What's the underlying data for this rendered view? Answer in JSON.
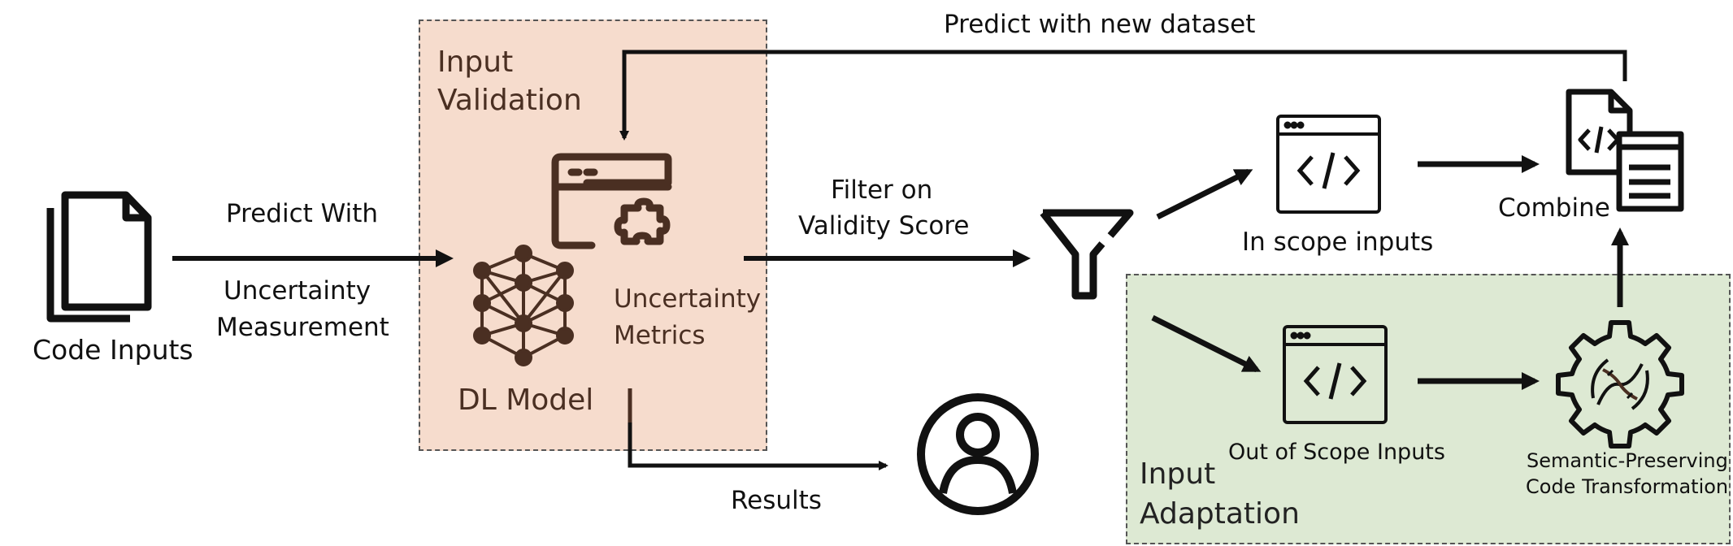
{
  "colors": {
    "validation_fill": "#f6dccd",
    "adaptation_fill": "#dde9d3",
    "icon_brown": "#4a2f22",
    "stroke": "#111111"
  },
  "inputs": {
    "label": "Code Inputs",
    "icon": "document-stack-icon"
  },
  "predict": {
    "line1": "Predict With",
    "line2": "Uncertainty",
    "line3": "Measurement"
  },
  "validation": {
    "title_line1": "Input",
    "title_line2": "Validation",
    "metrics_line1": "Uncertainty",
    "metrics_line2": "Metrics",
    "model_label": "DL Model",
    "icons": [
      "browser-puzzle-icon",
      "neural-network-icon"
    ]
  },
  "filter": {
    "line1": "Filter on",
    "line2": "Validity Score",
    "icon": "funnel-icon"
  },
  "results": {
    "label": "Results",
    "icon": "user-icon"
  },
  "in_scope": {
    "label": "In scope inputs",
    "icon": "code-window-icon"
  },
  "out_scope": {
    "label": "Out of Scope Inputs",
    "icon": "code-window-icon"
  },
  "combine": {
    "label": "Combine",
    "icon": "code-file-merge-icon"
  },
  "transform": {
    "line1": "Semantic-Preserving",
    "line2": "Code Transformation",
    "icon": "gear-dna-icon"
  },
  "adaptation": {
    "title_line1": "Input",
    "title_line2": "Adaptation"
  },
  "feedback": {
    "label": "Predict with new dataset"
  }
}
